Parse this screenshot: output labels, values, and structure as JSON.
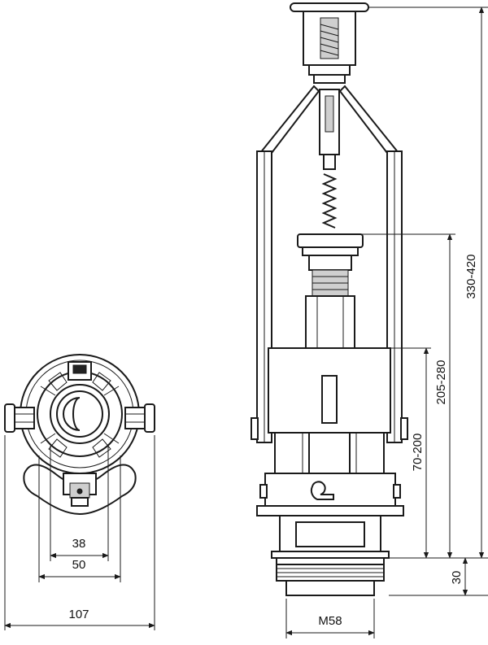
{
  "dimensions": {
    "bottom_view": {
      "inner_width": "38",
      "outer_width": "50",
      "overall_width": "107"
    },
    "side_view": {
      "total_height": "330-420",
      "float_height": "205-280",
      "bottom_height": "70-200",
      "thread_height": "30",
      "thread_size": "M58"
    }
  },
  "colors": {
    "line": "#1a1a1a",
    "background": "#ffffff",
    "fill_dark": "#222222",
    "fill_grey": "#cfcfcf"
  }
}
